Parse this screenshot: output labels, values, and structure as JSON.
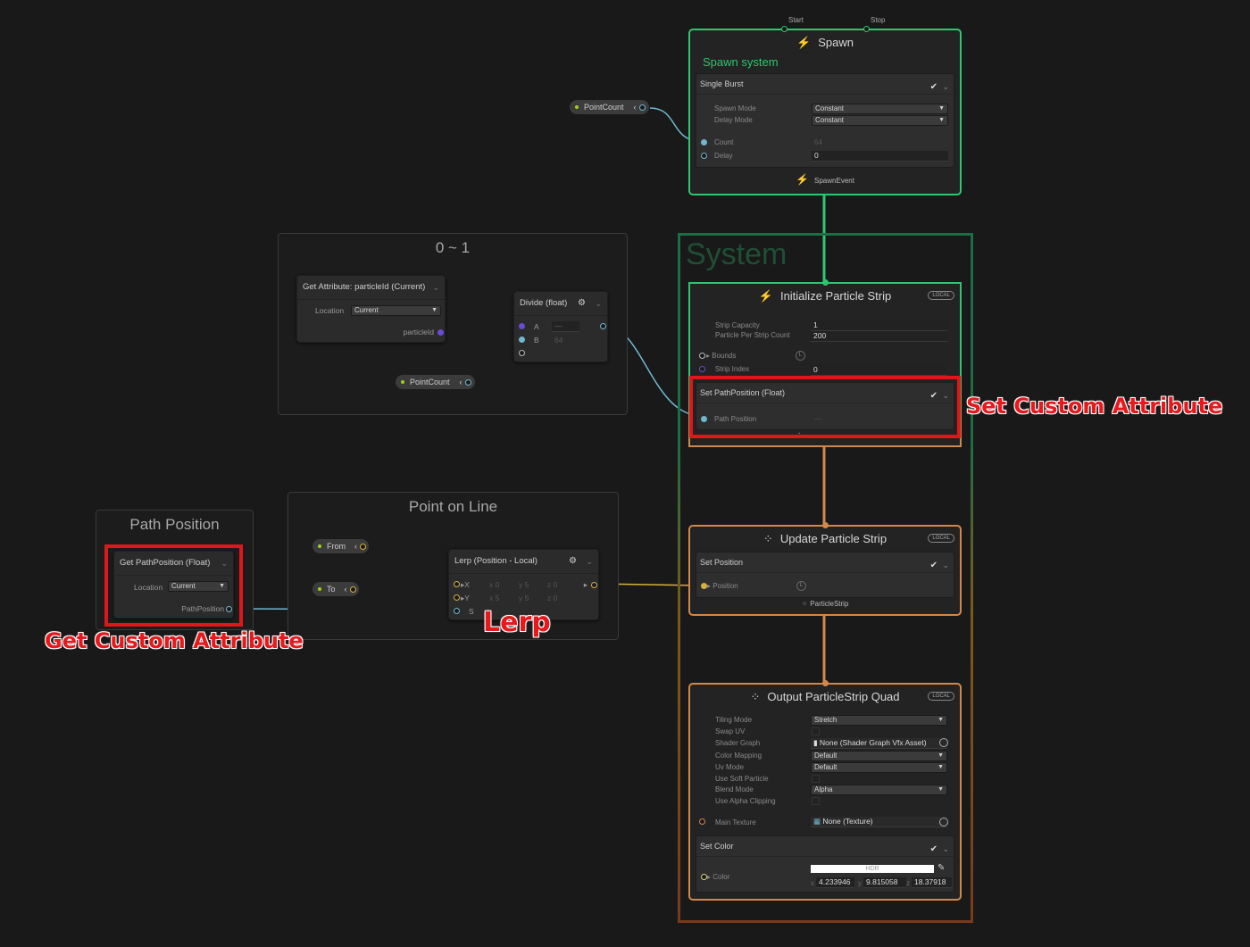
{
  "spawn": {
    "start_label": "Start",
    "stop_label": "Stop",
    "title": "Spawn",
    "subtitle": "Spawn system",
    "block_title": "Single Burst",
    "spawn_mode_label": "Spawn Mode",
    "spawn_mode_value": "Constant",
    "delay_mode_label": "Delay Mode",
    "delay_mode_value": "Constant",
    "count_label": "Count",
    "count_value": "64",
    "delay_label": "Delay",
    "delay_value": "0",
    "event_label": "SpawnEvent"
  },
  "pointcount_top": {
    "label": "PointCount"
  },
  "pointcount_mid": {
    "label": "PointCount"
  },
  "group_01": {
    "title": "0 ~ 1"
  },
  "get_attr_node": {
    "title": "Get Attribute: particleId (Current)",
    "location_label": "Location",
    "location_value": "Current",
    "output_label": "particleId"
  },
  "divide_node": {
    "title": "Divide (float)",
    "a_label": "A",
    "a_value": "—",
    "b_label": "B",
    "b_value": "64"
  },
  "system": {
    "label": "System"
  },
  "init": {
    "title": "Initialize Particle Strip",
    "badge": "LOCAL",
    "strip_capacity_label": "Strip Capacity",
    "strip_capacity_value": "1",
    "ppsc_label": "Particle Per Strip Count",
    "ppsc_value": "200",
    "bounds_label": "Bounds",
    "strip_index_label": "Strip Index",
    "strip_index_value": "0",
    "block_title": "Set PathPosition (Float)",
    "path_position_label": "Path Position",
    "path_position_value": "—"
  },
  "update": {
    "title": "Update Particle Strip",
    "badge": "LOCAL",
    "block_title": "Set Position",
    "position_label": "Position",
    "footer": "ParticleStrip"
  },
  "output": {
    "title": "Output ParticleStrip Quad",
    "badge": "LOCAL",
    "tiling_mode_label": "Tiling Mode",
    "tiling_mode_value": "Stretch",
    "swap_uv_label": "Swap UV",
    "shader_graph_label": "Shader Graph",
    "shader_graph_value": "None (Shader Graph Vfx Asset)",
    "color_mapping_label": "Color Mapping",
    "color_mapping_value": "Default",
    "uv_mode_label": "Uv Mode",
    "uv_mode_value": "Default",
    "soft_particle_label": "Use Soft Particle",
    "blend_mode_label": "Blend Mode",
    "blend_mode_value": "Alpha",
    "alpha_clip_label": "Use Alpha Clipping",
    "main_texture_label": "Main Texture",
    "main_texture_value": "None (Texture)",
    "color_block_title": "Set Color",
    "color_label": "Color",
    "hdr_label": "HDR",
    "x_label": "x",
    "x_value": "4.233946",
    "y_label": "y",
    "y_value": "9.815058",
    "z_label": "z",
    "z_value": "18.37918"
  },
  "group_path": {
    "title": "Path Position"
  },
  "get_path_node": {
    "title": "Get PathPosition (Float)",
    "location_label": "Location",
    "location_value": "Current",
    "output_label": "PathPosition"
  },
  "group_line": {
    "title": "Point on Line"
  },
  "from_node": {
    "label": "From"
  },
  "to_node": {
    "label": "To"
  },
  "lerp_node": {
    "title": "Lerp (Position - Local)",
    "x_label": "X",
    "y_label": "Y",
    "s_label": "S",
    "x_val_1": "x 0",
    "x_val_2": "y 5",
    "x_val_3": "z 0",
    "y_val_1": "x 5",
    "y_val_2": "y 5",
    "y_val_3": "z 0"
  },
  "annotations": {
    "set_custom": "Set Custom Attribute",
    "get_custom": "Get Custom Attribute",
    "lerp": "Lerp"
  },
  "colors": {
    "spawn_context": "#2ec66e",
    "orange_context": "#d2884a",
    "highlight_red": "#e0161a",
    "float_wire": "#6fb8d0",
    "vector_wire": "#d8b040",
    "uint_wire": "#6a4ad8"
  }
}
